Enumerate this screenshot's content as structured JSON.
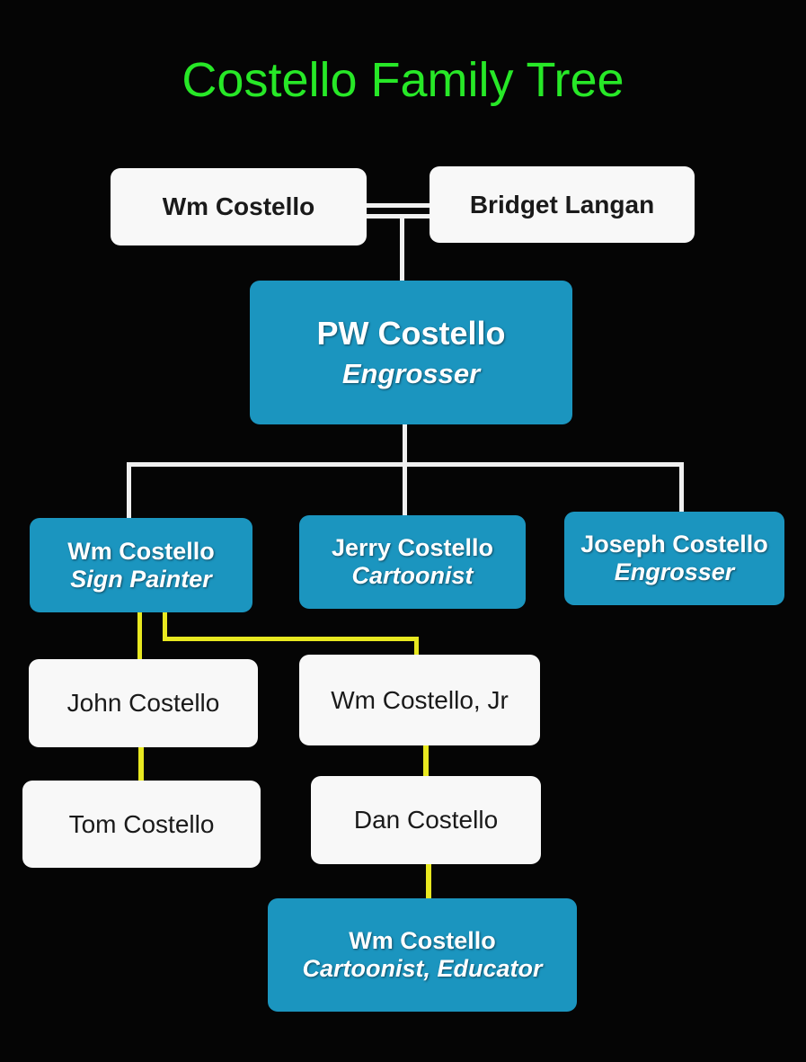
{
  "title": "Costello Family Tree",
  "colors": {
    "title": "#27e827",
    "teal_box": "#1b95bf",
    "white_box": "#f8f8f8",
    "connector_white": "#f0f0f0",
    "connector_yellow": "#e8e820"
  },
  "nodes": {
    "wm_costello_sr": {
      "name": "Wm Costello"
    },
    "bridget_langan": {
      "name": "Bridget Langan"
    },
    "pw_costello": {
      "name": "PW Costello",
      "role": "Engrosser"
    },
    "wm_costello_sign": {
      "name": "Wm Costello",
      "role": "Sign Painter"
    },
    "jerry_costello": {
      "name": "Jerry Costello",
      "role": "Cartoonist"
    },
    "joseph_costello": {
      "name": "Joseph Costello",
      "role": "Engrosser"
    },
    "john_costello": {
      "name": "John Costello"
    },
    "wm_costello_jr": {
      "name": "Wm Costello, Jr"
    },
    "tom_costello": {
      "name": "Tom Costello"
    },
    "dan_costello": {
      "name": "Dan Costello"
    },
    "wm_costello_cartoonist": {
      "name": "Wm Costello",
      "role": "Cartoonist, Educator"
    }
  }
}
